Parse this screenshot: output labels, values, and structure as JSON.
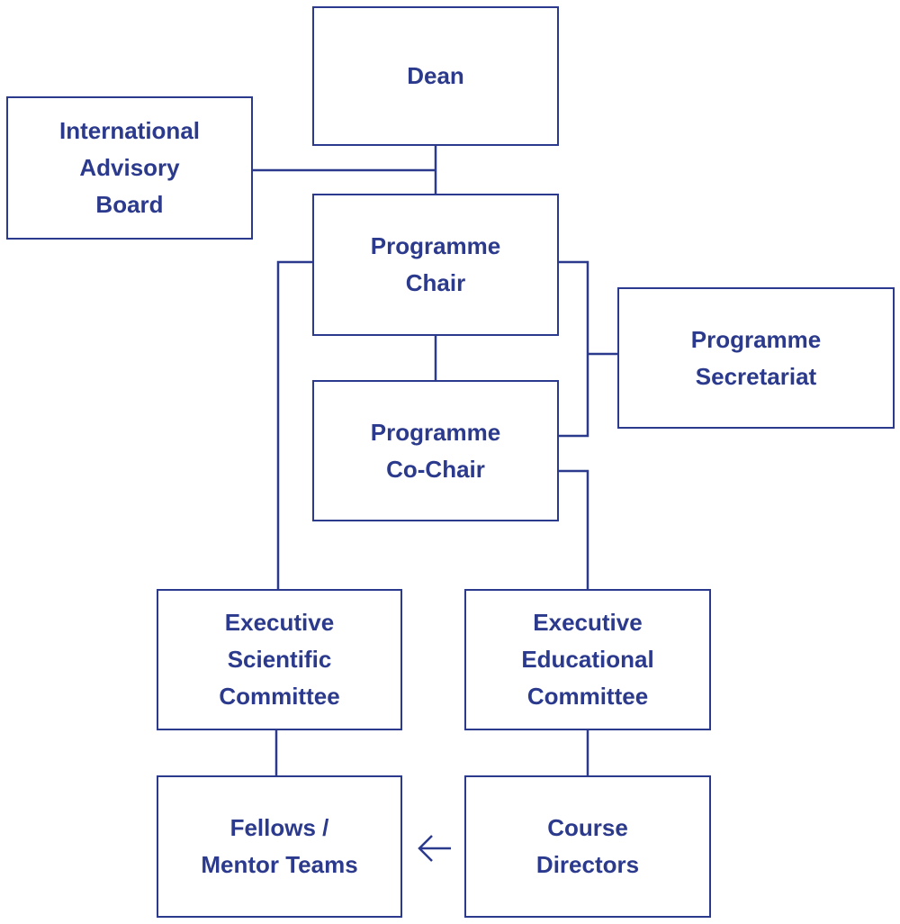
{
  "colors": {
    "line": "#2b3a8c",
    "text": "#2b3a8c"
  },
  "nodes": {
    "dean": "Dean",
    "advisory_board": "International\nAdvisory\nBoard",
    "chair": "Programme\nChair",
    "co_chair": "Programme\nCo-Chair",
    "secretariat": "Programme\nSecretariat",
    "scientific_committee": "Executive\nScientific\nCommittee",
    "educational_committee": "Executive\nEducational\nCommittee",
    "fellows": "Fellows /\nMentor Teams",
    "course_directors": "Course\nDirectors"
  },
  "arrow": {
    "icon": "arrow-left-icon",
    "from": "course_directors",
    "to": "fellows"
  }
}
